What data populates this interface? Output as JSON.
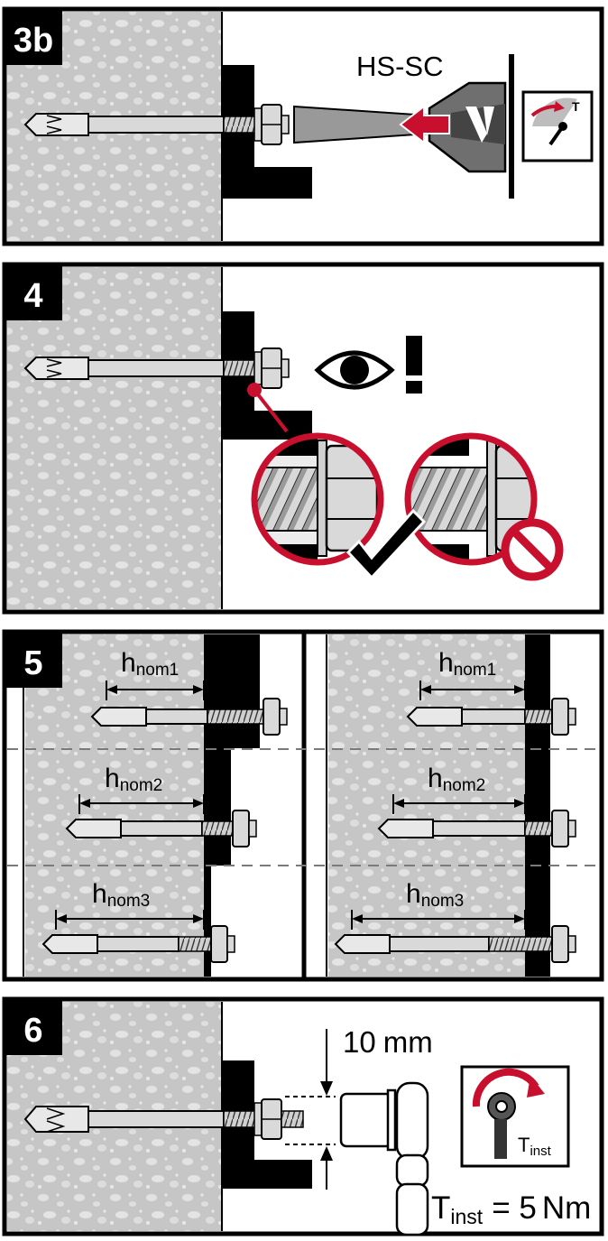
{
  "colors": {
    "accent": "#c8102e",
    "ink": "#000000",
    "concrete": "#c9c9c9",
    "steel": "#d2d2d2"
  },
  "steps": [
    {
      "label": "3b",
      "tool_label": "HS-SC",
      "icons": [
        "setting-tool-icon",
        "ratchet-gauge-icon"
      ]
    },
    {
      "label": "4",
      "icons": [
        "eye-icon",
        "exclamation-icon",
        "check-icon",
        "prohibited-icon"
      ]
    },
    {
      "label": "5",
      "depths": [
        {
          "h": "h",
          "sub": "nom1"
        },
        {
          "h": "h",
          "sub": "nom2"
        },
        {
          "h": "h",
          "sub": "nom3"
        }
      ]
    },
    {
      "label": "6",
      "clearance_value": "10",
      "clearance_unit": "mm",
      "torque_symbol": "T",
      "torque_sub": "inst",
      "torque_value": "= 5",
      "torque_unit": "Nm",
      "icons": [
        "torque-wrench-icon"
      ]
    }
  ]
}
